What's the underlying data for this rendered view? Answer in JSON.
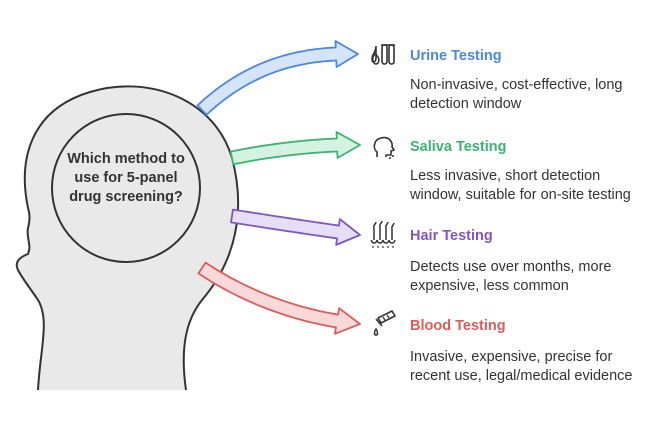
{
  "question": "Which method to use for 5-panel drug screening?",
  "items": [
    {
      "title": "Urine Testing",
      "description": "Non-invasive, cost-effective, long detection window",
      "color": "#4A86E8",
      "arrow_fill": "#D6E4FA",
      "icon": "test-tubes-icon"
    },
    {
      "title": "Saliva Testing",
      "description": "Less invasive, short detection window, suitable for on-site testing",
      "color": "#3CB371",
      "arrow_fill": "#D4F2E0",
      "icon": "head-profile-icon"
    },
    {
      "title": "Hair Testing",
      "description": "Detects use over months, more expensive, less common",
      "color": "#7E57C2",
      "arrow_fill": "#E6DDF6",
      "icon": "hair-follicles-icon"
    },
    {
      "title": "Blood Testing",
      "description": "Invasive, expensive, precise for recent use, legal/medical evidence",
      "color": "#E05A5A",
      "arrow_fill": "#F8D9D9",
      "icon": "blood-vial-icon"
    }
  ]
}
